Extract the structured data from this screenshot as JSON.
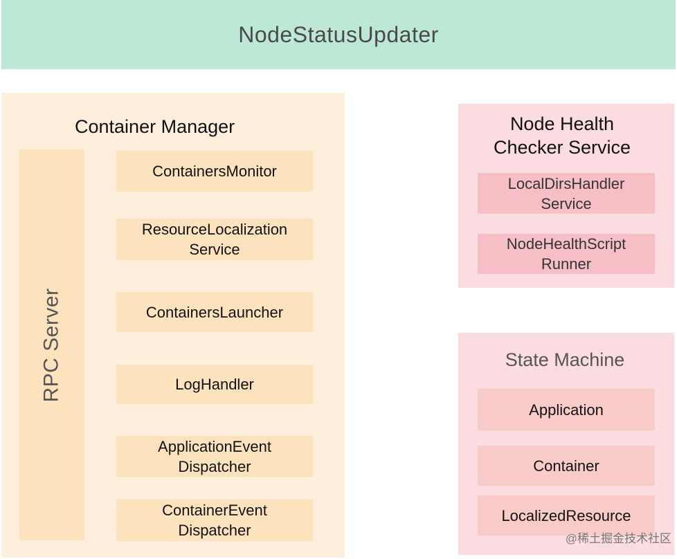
{
  "top_bar": {
    "label": "NodeStatusUpdater"
  },
  "container_manager": {
    "title": "Container Manager",
    "rpc_label": "RPC Server",
    "components": [
      "ContainersMonitor",
      "ResourceLocalization\nService",
      "ContainersLauncher",
      "LogHandler",
      "ApplicationEvent\nDispatcher",
      "ContainerEvent\nDispatcher"
    ]
  },
  "node_health": {
    "title": "Node Health\nChecker Service",
    "components": [
      "LocalDirsHandler\nService",
      "NodeHealthScript\nRunner"
    ]
  },
  "state_machine": {
    "title": "State Machine",
    "components": [
      "Application",
      "Container",
      "LocalizedResource"
    ]
  },
  "watermark": "@稀土掘金技术社区"
}
